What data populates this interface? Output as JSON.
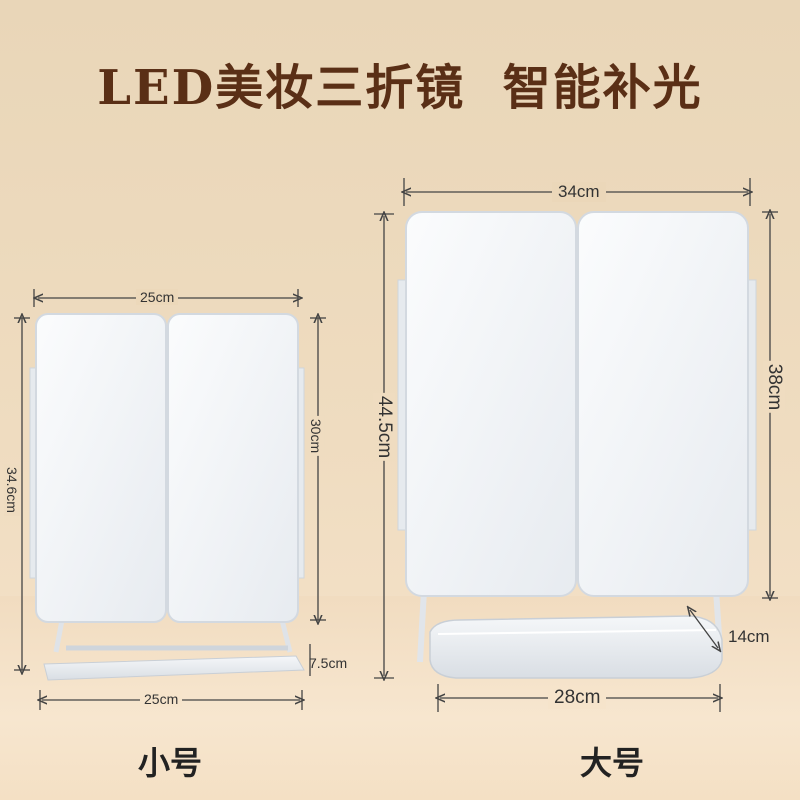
{
  "title": "LED美妆三折镜  智能补光",
  "small": {
    "name": "小号",
    "top_width": "25cm",
    "total_height": "34.6cm",
    "mirror_height": "30cm",
    "base_depth": "7.5cm",
    "base_width": "25cm"
  },
  "large": {
    "name": "大号",
    "top_width": "34cm",
    "total_height": "44.5cm",
    "mirror_height": "38cm",
    "base_depth": "14cm",
    "base_width": "28cm"
  },
  "colors": {
    "title": "#5a2f16",
    "mirror_white": "#f4f6f8",
    "mirror_edge": "#d7dde5",
    "dimension_line": "#444444"
  }
}
